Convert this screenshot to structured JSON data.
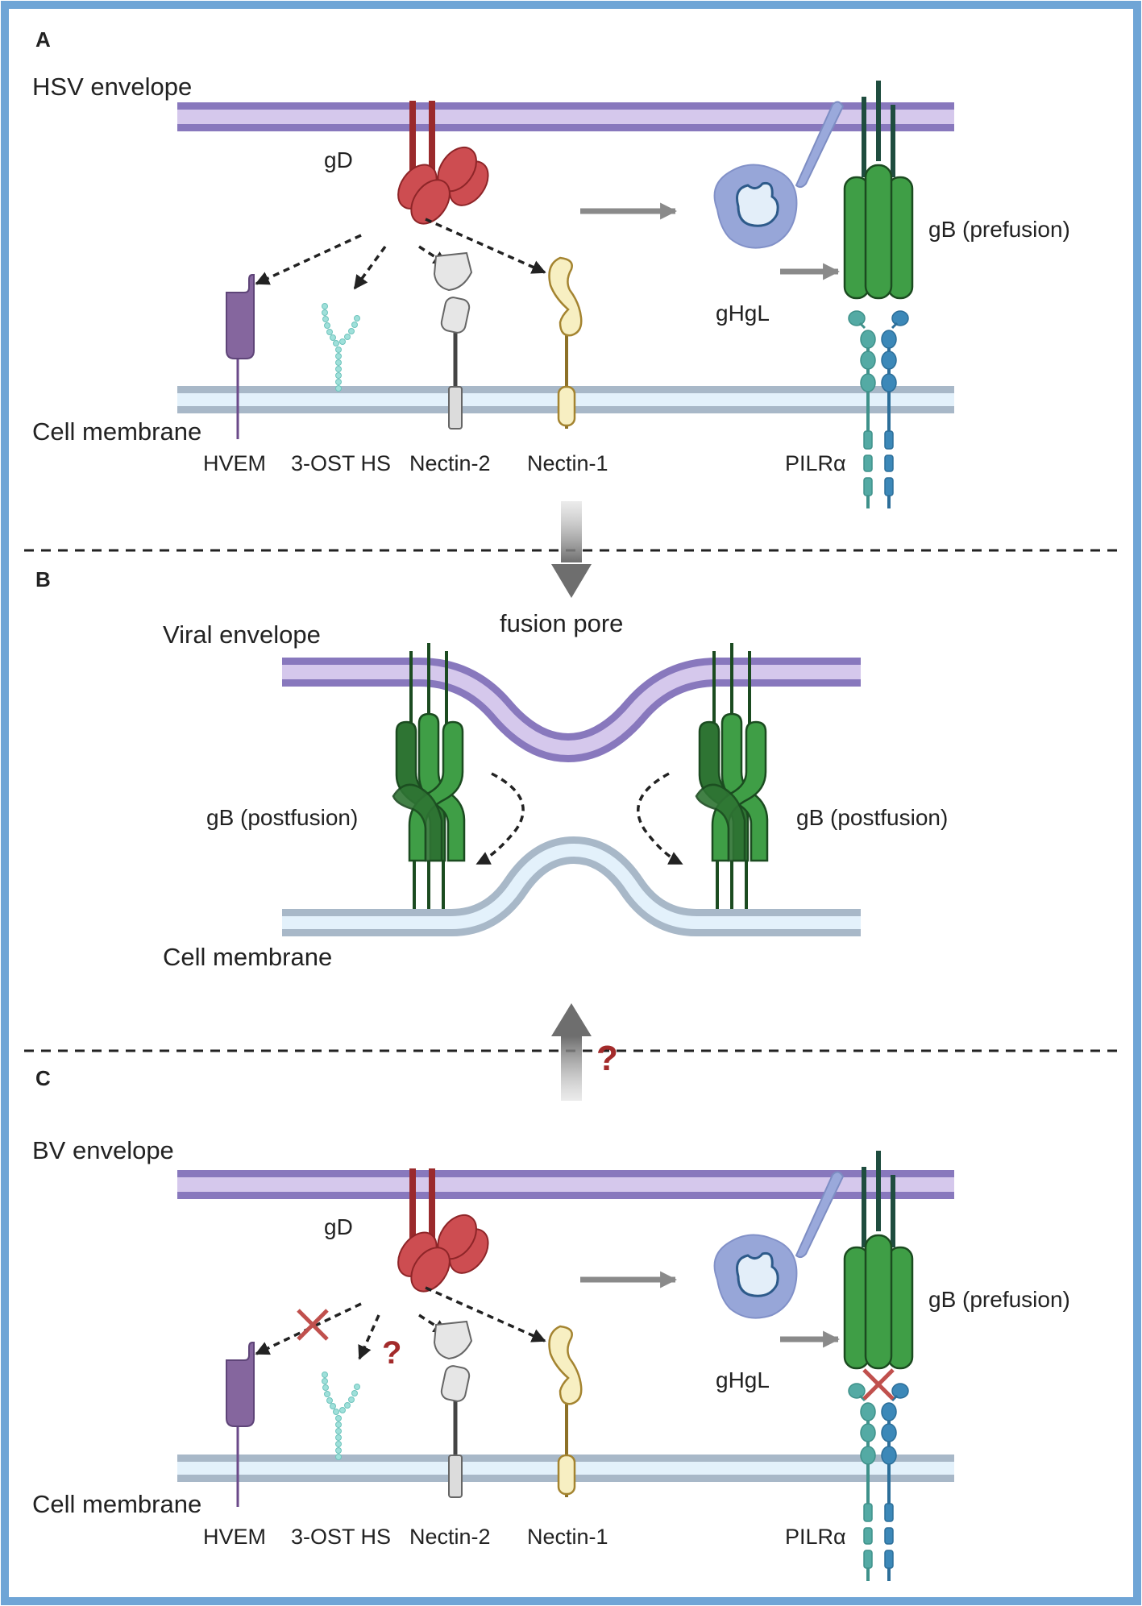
{
  "colors": {
    "frame": "#6fa5d6",
    "viral_membrane_outer": "#8878bd",
    "viral_membrane_inner": "#d5c8ec",
    "cell_membrane_outer": "#a8b8c8",
    "cell_membrane_inner": "#e3f1fb",
    "gD": "#cd4d51",
    "gD_stroke": "#8e2528",
    "gB": "#3f9e46",
    "gB_dark": "#2e7433",
    "gB_stroke": "#1b4b20",
    "gHgL": "#97a6d8",
    "hvem": "#85669e",
    "heparan_sulfate": "#9fe0da",
    "nectin2": "#dcdcdc",
    "nectin1": "#f7efc2",
    "nectin1_stroke": "#a48430",
    "pilr_a": "#54aaa4",
    "pilr_b": "#3c88b8",
    "inhibition_cross": "#c0504d",
    "question_mark": "#a32b2b",
    "flow_arrow": "#7f7f7f"
  },
  "panels": {
    "A": {
      "letter": "A",
      "envelope_label": "HSV envelope",
      "cell_membrane_label": "Cell membrane",
      "gD_label": "gD",
      "gHgL_label": "gHgL",
      "gB_label": "gB (prefusion)",
      "receptors": [
        "HVEM",
        "3-OST HS",
        "Nectin-2",
        "Nectin-1"
      ],
      "pilr_label": "PILRα"
    },
    "B": {
      "letter": "B",
      "envelope_label": "Viral envelope",
      "fusion_pore_label": "fusion pore",
      "gB_left_label": "gB (postfusion)",
      "gB_right_label": "gB (postfusion)",
      "cell_membrane_label": "Cell membrane",
      "transition_question": "?"
    },
    "C": {
      "letter": "C",
      "envelope_label": "BV envelope",
      "cell_membrane_label": "Cell membrane",
      "gD_label": "gD",
      "gHgL_label": "gHgL",
      "gB_label": "gB (prefusion)",
      "receptors": [
        "HVEM",
        "3-OST HS",
        "Nectin-2",
        "Nectin-1"
      ],
      "pilr_label": "PILRα",
      "hs_question": "?"
    }
  }
}
